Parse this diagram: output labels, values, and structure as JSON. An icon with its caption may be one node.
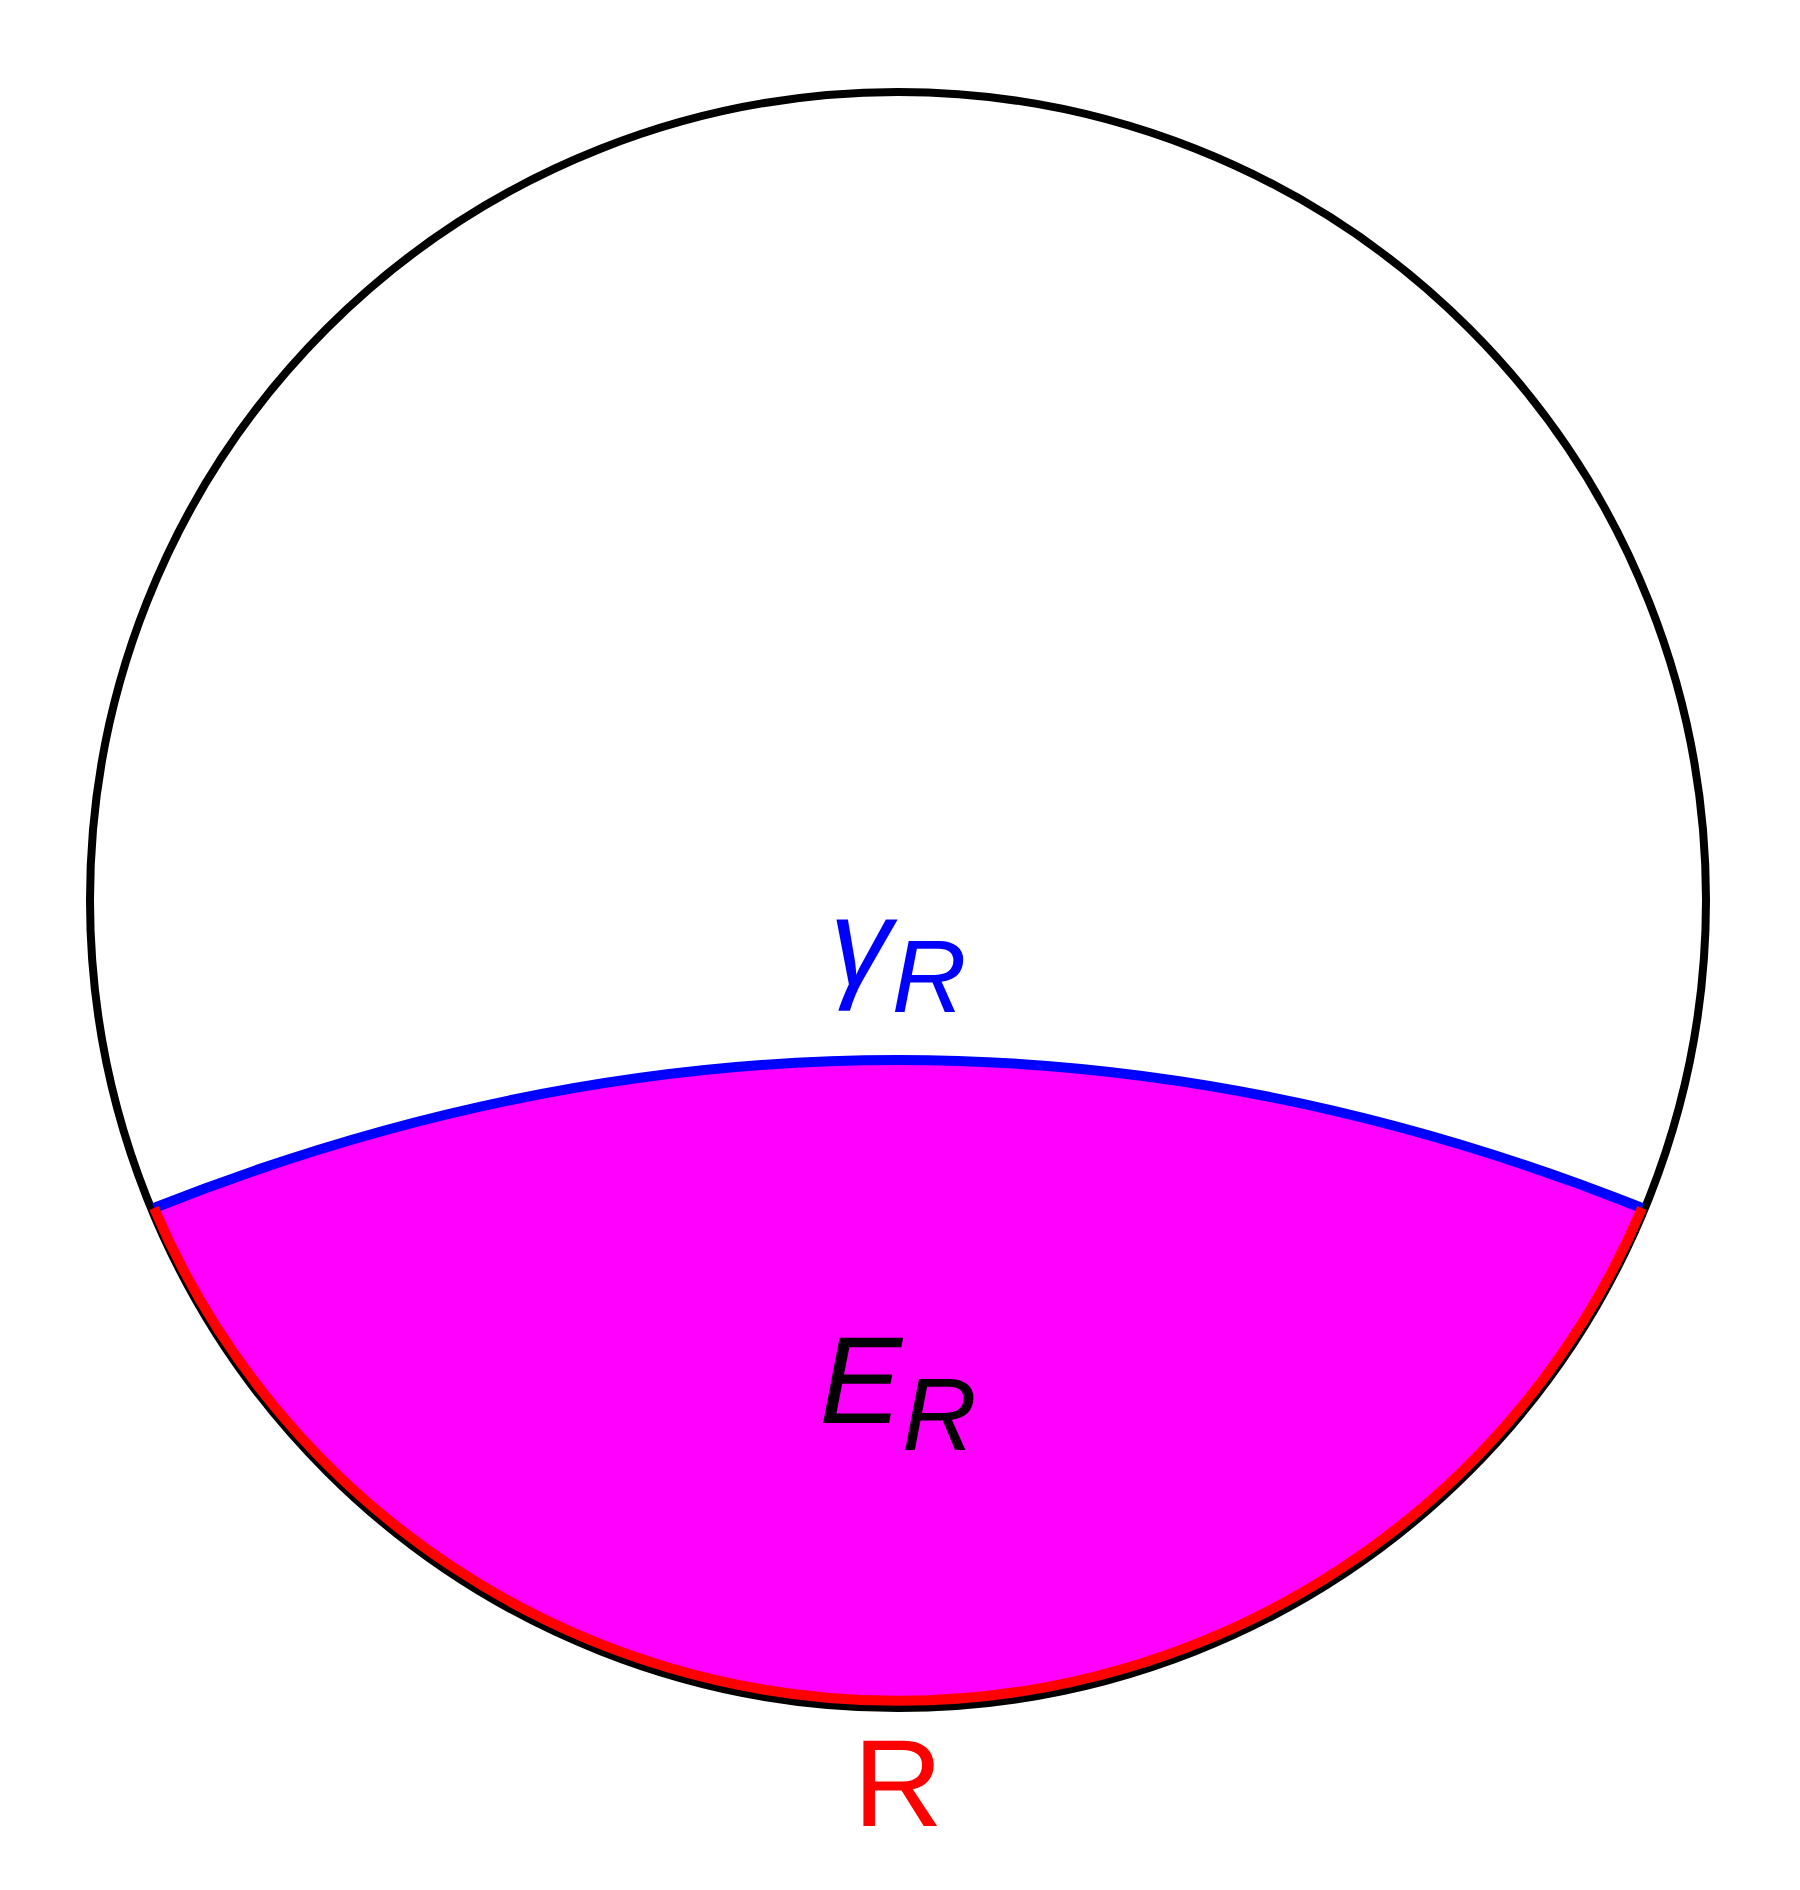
{
  "diagram": {
    "nodes": [
      {
        "text": [],
        "shape": "circle"
      },
      {
        "text": [
          "E$_{R}$"
        ],
        "in": 0
      }
    ],
    "edges": [],
    "labels": [
      "γ$_{R}$",
      "R"
    ]
  }
}
